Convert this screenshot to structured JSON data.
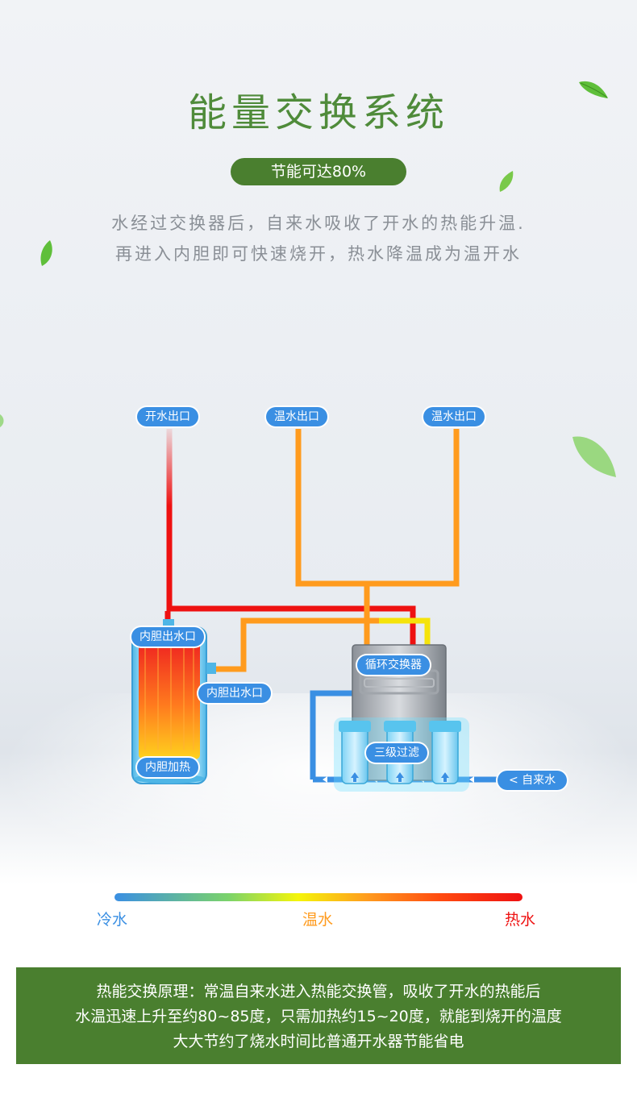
{
  "header": {
    "title": "能量交换系统",
    "badge": "节能可达80%",
    "desc_line1": "水经过交换器后，自来水吸收了开水的热能升温.",
    "desc_line2": "再进入内胆即可快速烧开，热水降温成为温开水"
  },
  "diagram": {
    "outlet_boiling": "开水出口",
    "outlet_warm_1": "温水出口",
    "outlet_warm_2": "温水出口",
    "tank_outlet_top": "内胆出水口",
    "tank_outlet_side": "内胆出水口",
    "tank_heating": "内胆加热",
    "exchanger": "循环交换器",
    "filters": "三级过滤",
    "tap_water": "< 自来水"
  },
  "legend": {
    "cold": "冷水",
    "warm": "温水",
    "hot": "热水",
    "colors": {
      "cold": "#3a8fe3",
      "warm": "#ff9b1e",
      "hot": "#ee1111"
    }
  },
  "footer": {
    "line1": "热能交换原理：常温自来水进入热能交换管，吸收了开水的热能后",
    "line2": "水温迅速上升至约80~85度，只需加热约15~20度，就能到烧开的温度",
    "line3": "大大节约了烧水时间比普通开水器节能省电"
  },
  "icons": [
    "leaf-icon",
    "arrow-left-icon",
    "arrow-up-icon"
  ]
}
